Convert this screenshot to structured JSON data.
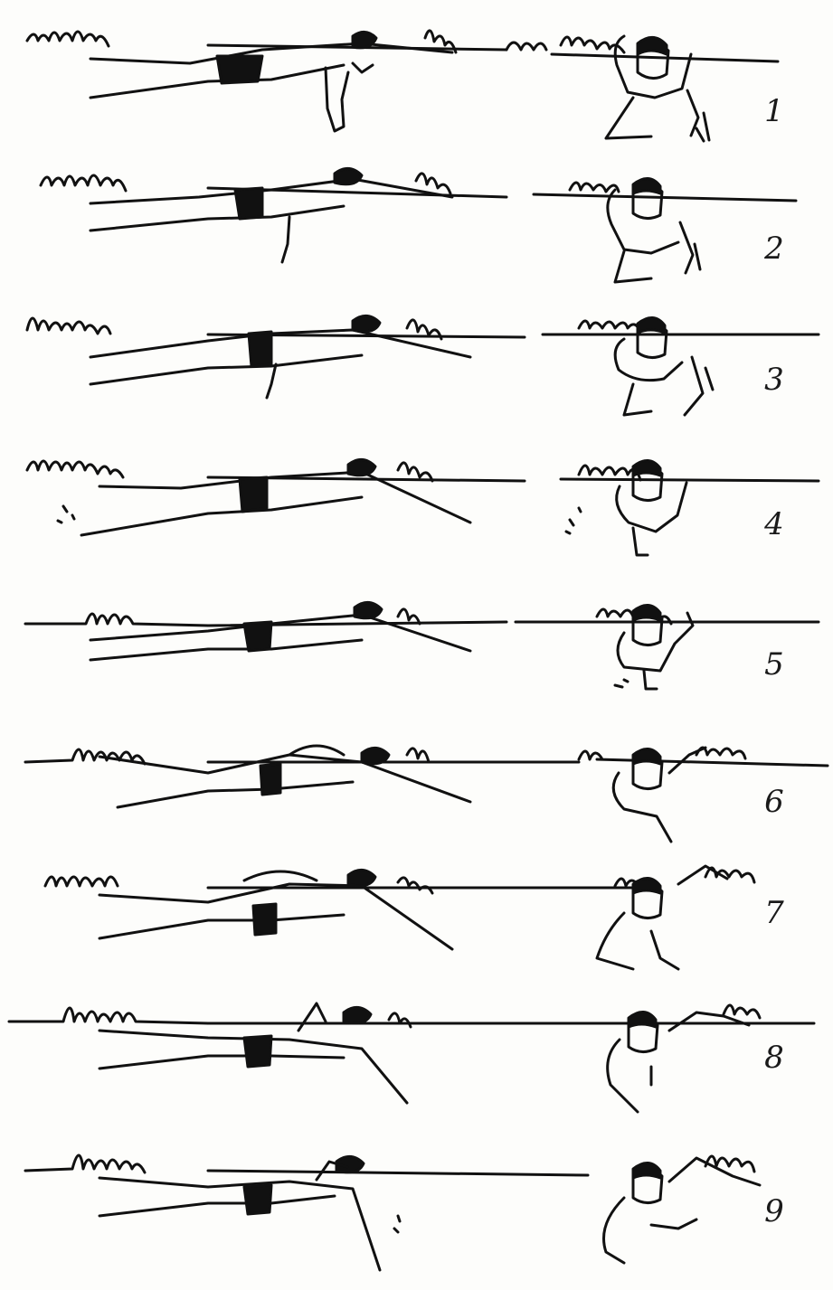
{
  "figure": {
    "stages": [
      {
        "label": "1"
      },
      {
        "label": "2"
      },
      {
        "label": "3"
      },
      {
        "label": "4"
      },
      {
        "label": "5"
      },
      {
        "label": "6"
      },
      {
        "label": "7"
      },
      {
        "label": "8"
      },
      {
        "label": "9"
      }
    ]
  }
}
